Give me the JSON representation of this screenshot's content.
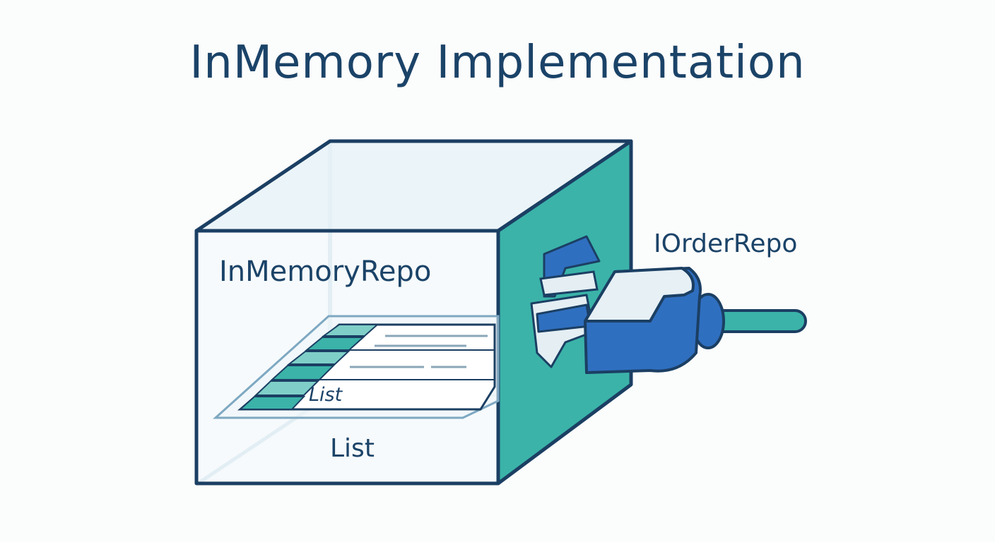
{
  "title": "InMemory Implementation",
  "box_label": "InMemoryRepo",
  "list_label_italic": "List",
  "list_label": "List",
  "interface_label": "IOrderRepo",
  "colors": {
    "outline": "#1b3f63",
    "teal": "#3bb3a9",
    "blue": "#2f6fc0",
    "light": "#dcebf3",
    "text": "#1b4368"
  }
}
